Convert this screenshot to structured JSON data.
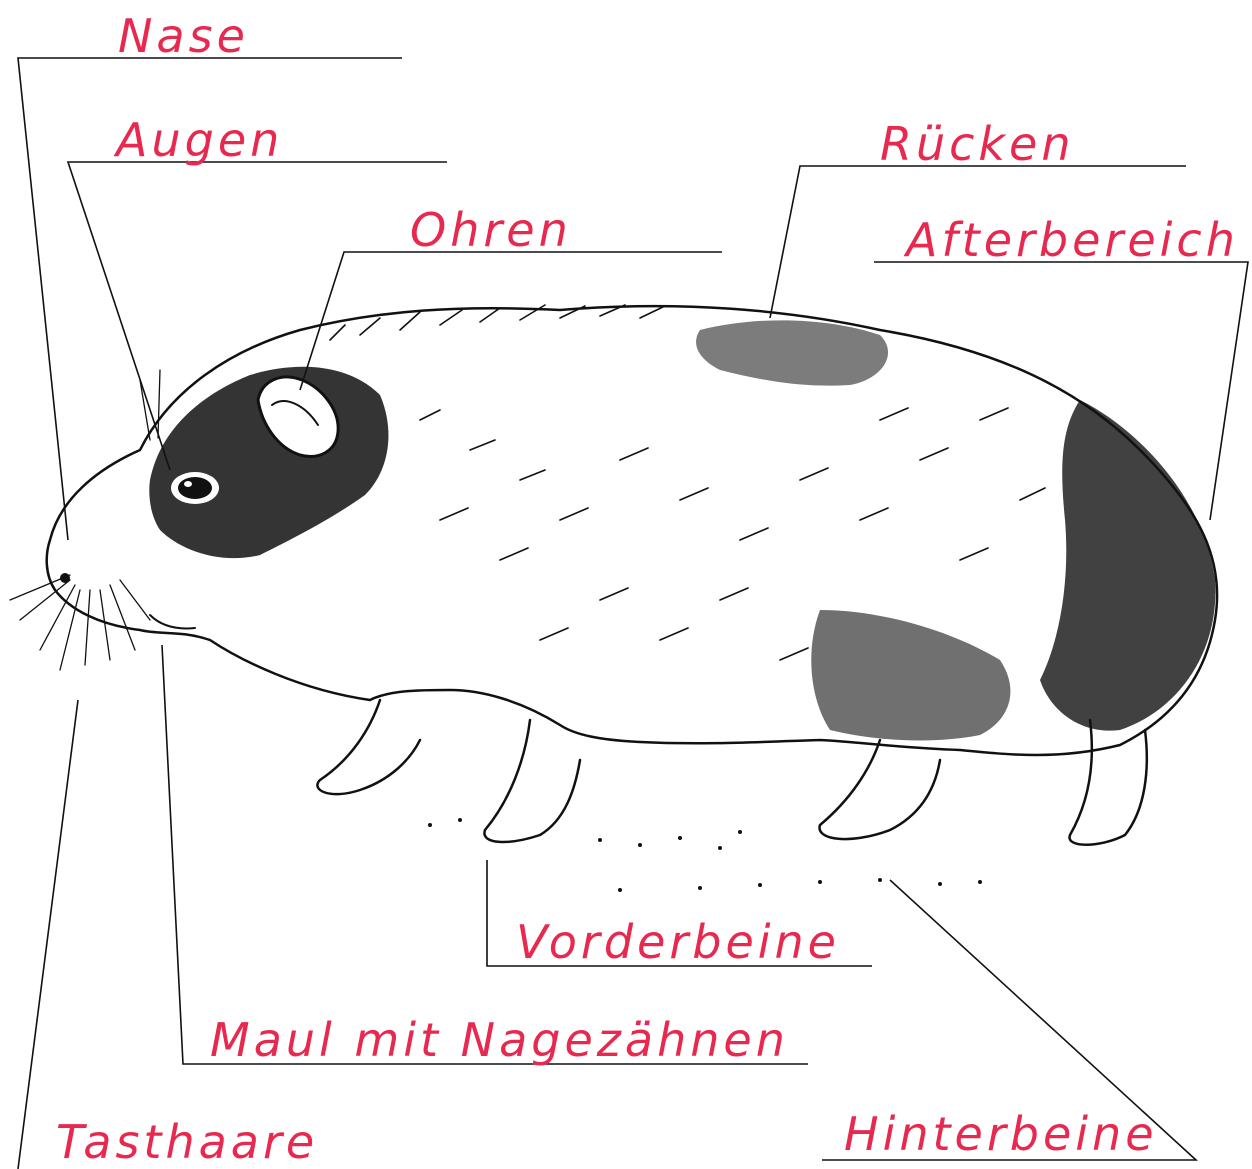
{
  "colors": {
    "label": "#e8294f",
    "ink": "#111111",
    "background": "#ffffff"
  },
  "labels": {
    "nase": "Nase",
    "augen": "Augen",
    "ohren": "Ohren",
    "ruecken": "Rücken",
    "afterbereich": "Afterbereich",
    "vorderbeine": "Vorderbeine",
    "maul": "Maul mit Nagezähnen",
    "hinterbeine": "Hinterbeine",
    "tasthaare": "Tasthaare"
  }
}
